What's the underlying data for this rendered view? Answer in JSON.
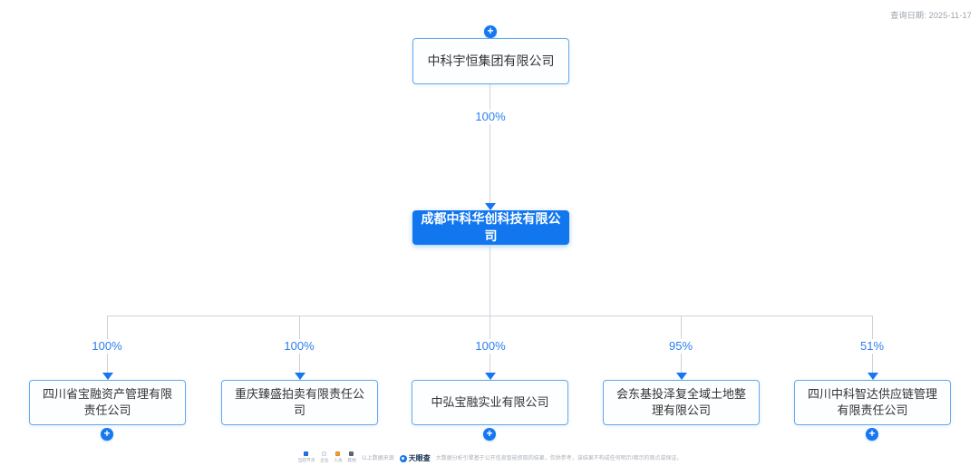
{
  "meta": {
    "query_date": "查询日期: 2025-11-17"
  },
  "chart": {
    "root": {
      "name": "中科宇恒集团有限公司",
      "has_expand": true
    },
    "root_edge_percent": "100%",
    "center": {
      "name": "成都中科华创科技有限公司"
    },
    "children": [
      {
        "name": "四川省宝融资产管理有限责任公司",
        "percent": "100%",
        "has_expand": true
      },
      {
        "name": "重庆臻盛拍卖有限责任公司",
        "percent": "100%",
        "has_expand": false
      },
      {
        "name": "中弘宝融实业有限公司",
        "percent": "100%",
        "has_expand": true
      },
      {
        "name": "会东基投泽复全域土地整理有限公司",
        "percent": "95%",
        "has_expand": false
      },
      {
        "name": "四川中科智达供应链管理有限责任公司",
        "percent": "51%",
        "has_expand": true
      }
    ]
  },
  "footer": {
    "legend": [
      {
        "label": "当前节点",
        "color": "#1677f0"
      },
      {
        "label": "企业",
        "color": "#eef3f9"
      },
      {
        "label": "人员",
        "color": "#ff9a2e"
      },
      {
        "label": "其他",
        "color": "#5c6c80"
      }
    ],
    "prefix": "以上数据来源",
    "brand": "天眼查",
    "disclaimer": "大数据分析引擎基于公开信息智能抓取的结果，仅供参考，该结果不构成任何明示/暗示的观点或保证。"
  },
  "colors": {
    "accent_blue": "#1277ee",
    "node_border": "#64a9e9",
    "connector": "#ccd2da",
    "percent_text": "#2b7ff0"
  }
}
